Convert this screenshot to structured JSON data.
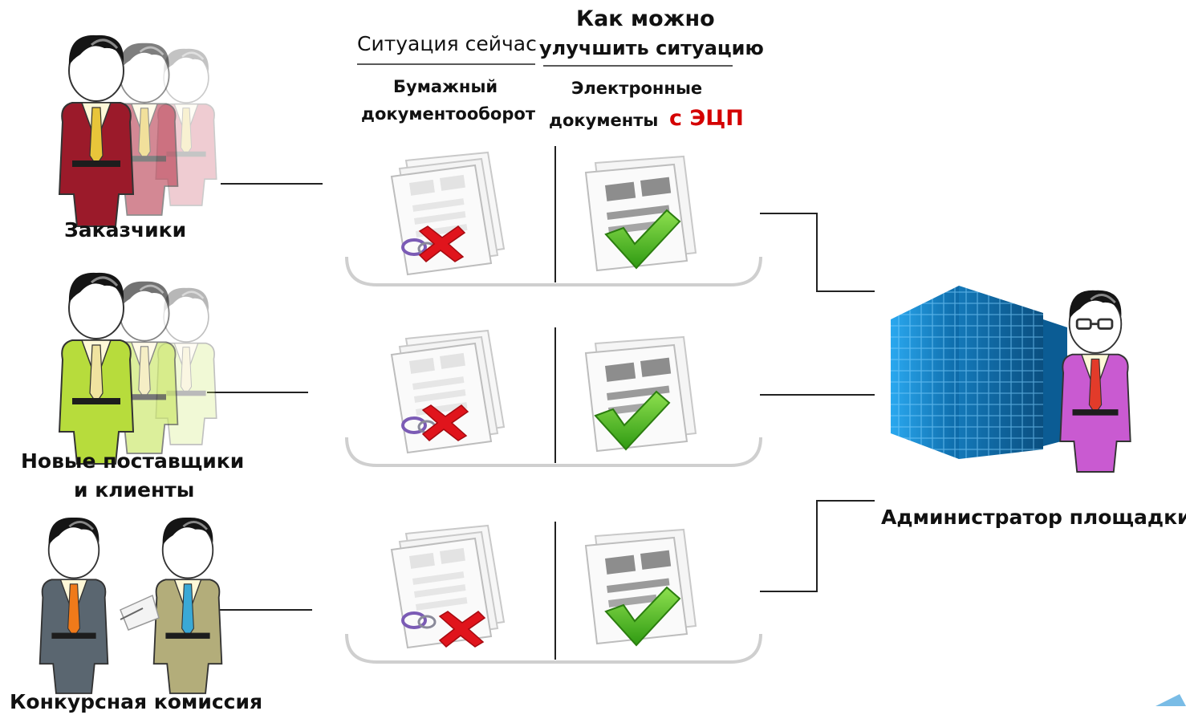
{
  "header": {
    "current_label": "Ситуация сейчас",
    "improve_line1": "Как можно",
    "improve_line2": "улучшить ситуацию",
    "paper_line1": "Бумажный",
    "paper_line2": "документооборот",
    "edocs_line1": "Электронные",
    "edocs_line2": "документы",
    "edocs_highlight": "с ЭЦП"
  },
  "groups": [
    {
      "label": "Заказчики"
    },
    {
      "label_line1": "Новые поставщики",
      "label_line2": "и клиенты"
    },
    {
      "label": "Конкурсная комиссия"
    }
  ],
  "admin": {
    "label": "Администратор площадки"
  },
  "colors": {
    "customers_suit": "#9b1a2a",
    "suppliers_suit": "#b7dc3c",
    "commission_suit_left": "#5a6670",
    "commission_suit_right": "#b3ad7a",
    "admin_suit": "#c95ad1",
    "building": "#1f8fd6",
    "cross": "#e0141c",
    "check": "#3fb21c"
  }
}
